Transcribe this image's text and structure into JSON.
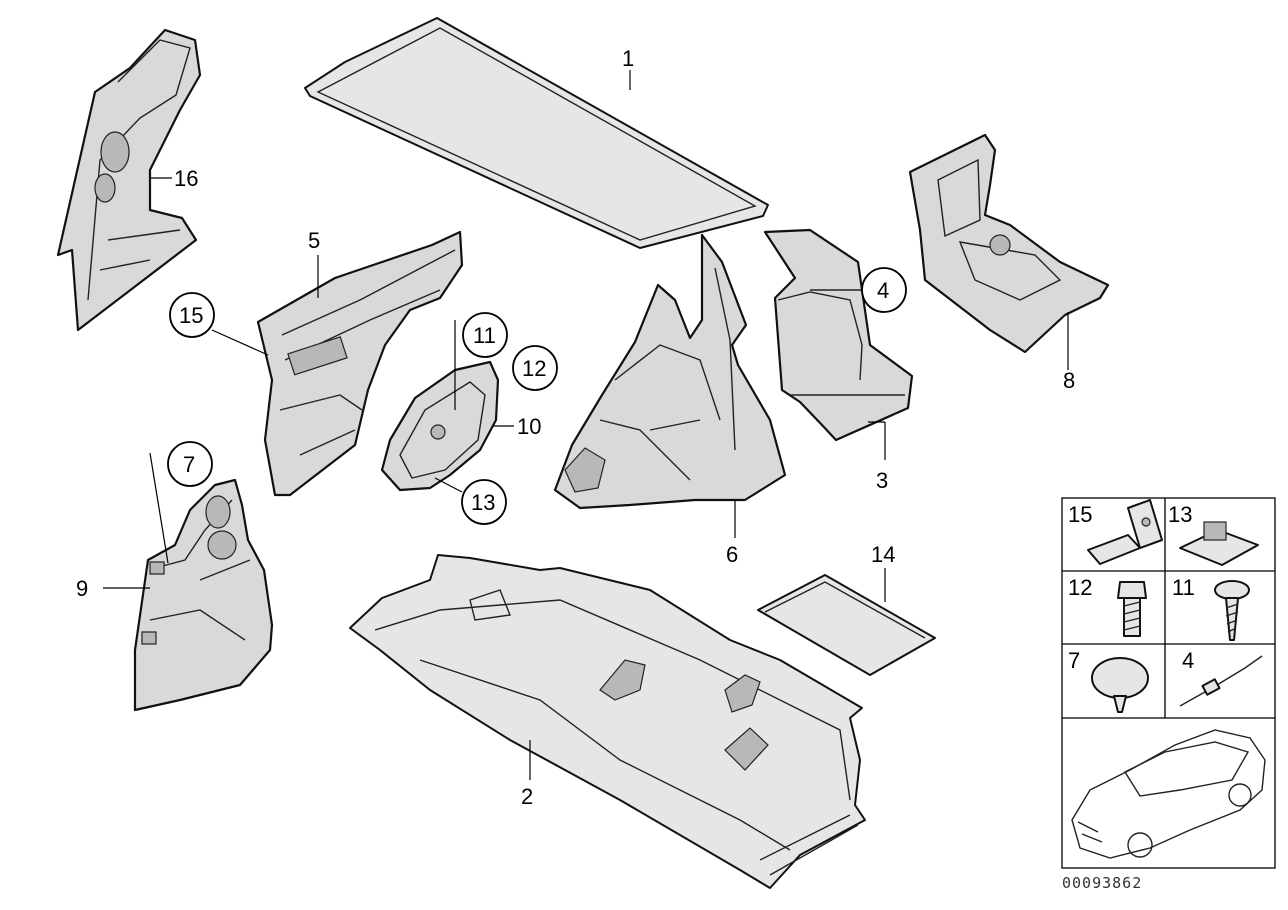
{
  "callouts": {
    "c1": "1",
    "c2": "2",
    "c3": "3",
    "c4": "4",
    "c5": "5",
    "c6": "6",
    "c7": "7",
    "c8": "8",
    "c9": "9",
    "c10": "10",
    "c11": "11",
    "c12": "12",
    "c13": "13",
    "c14": "14",
    "c15": "15",
    "c16": "16"
  },
  "kit": {
    "k15": "15",
    "k13": "13",
    "k12": "12",
    "k11": "11",
    "k7": "7",
    "k4": "4"
  },
  "reference_code": "00093862"
}
